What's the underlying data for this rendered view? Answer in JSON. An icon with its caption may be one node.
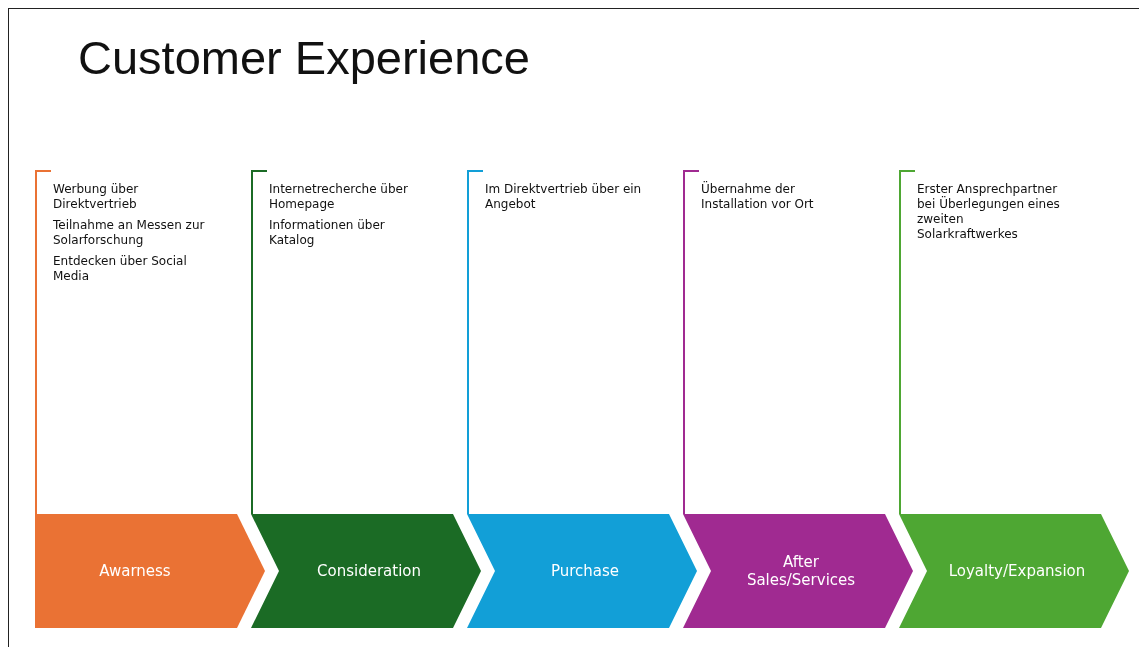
{
  "diagram": {
    "title": "Customer Experience",
    "nodes": [
      {
        "text": [
          "Werbung über Direktvertrieb",
          "Teilnahme an Messen zur Solarforschung",
          "Entdecken über Social Media"
        ]
      },
      {
        "text": [
          "Internetrecherche über Homepage",
          "Informationen über Katalog"
        ]
      },
      {
        "text": [
          "Im Direktvertrieb über ein Angebot"
        ]
      },
      {
        "text": [
          "Übernahme der Installation vor Ort"
        ]
      },
      {
        "text": [
          "Erster Ansprechpartner bei Überlegungen eines zweiten Solarkraftwerkes"
        ]
      },
      {
        "text": [
          "Awarness"
        ]
      },
      {
        "text": [
          "Consideration"
        ]
      },
      {
        "text": [
          "Purchase"
        ]
      },
      {
        "text": [
          "After Sales/Services"
        ]
      },
      {
        "text": [
          "Loyalty/Expansion"
        ]
      }
    ],
    "edges": []
  }
}
